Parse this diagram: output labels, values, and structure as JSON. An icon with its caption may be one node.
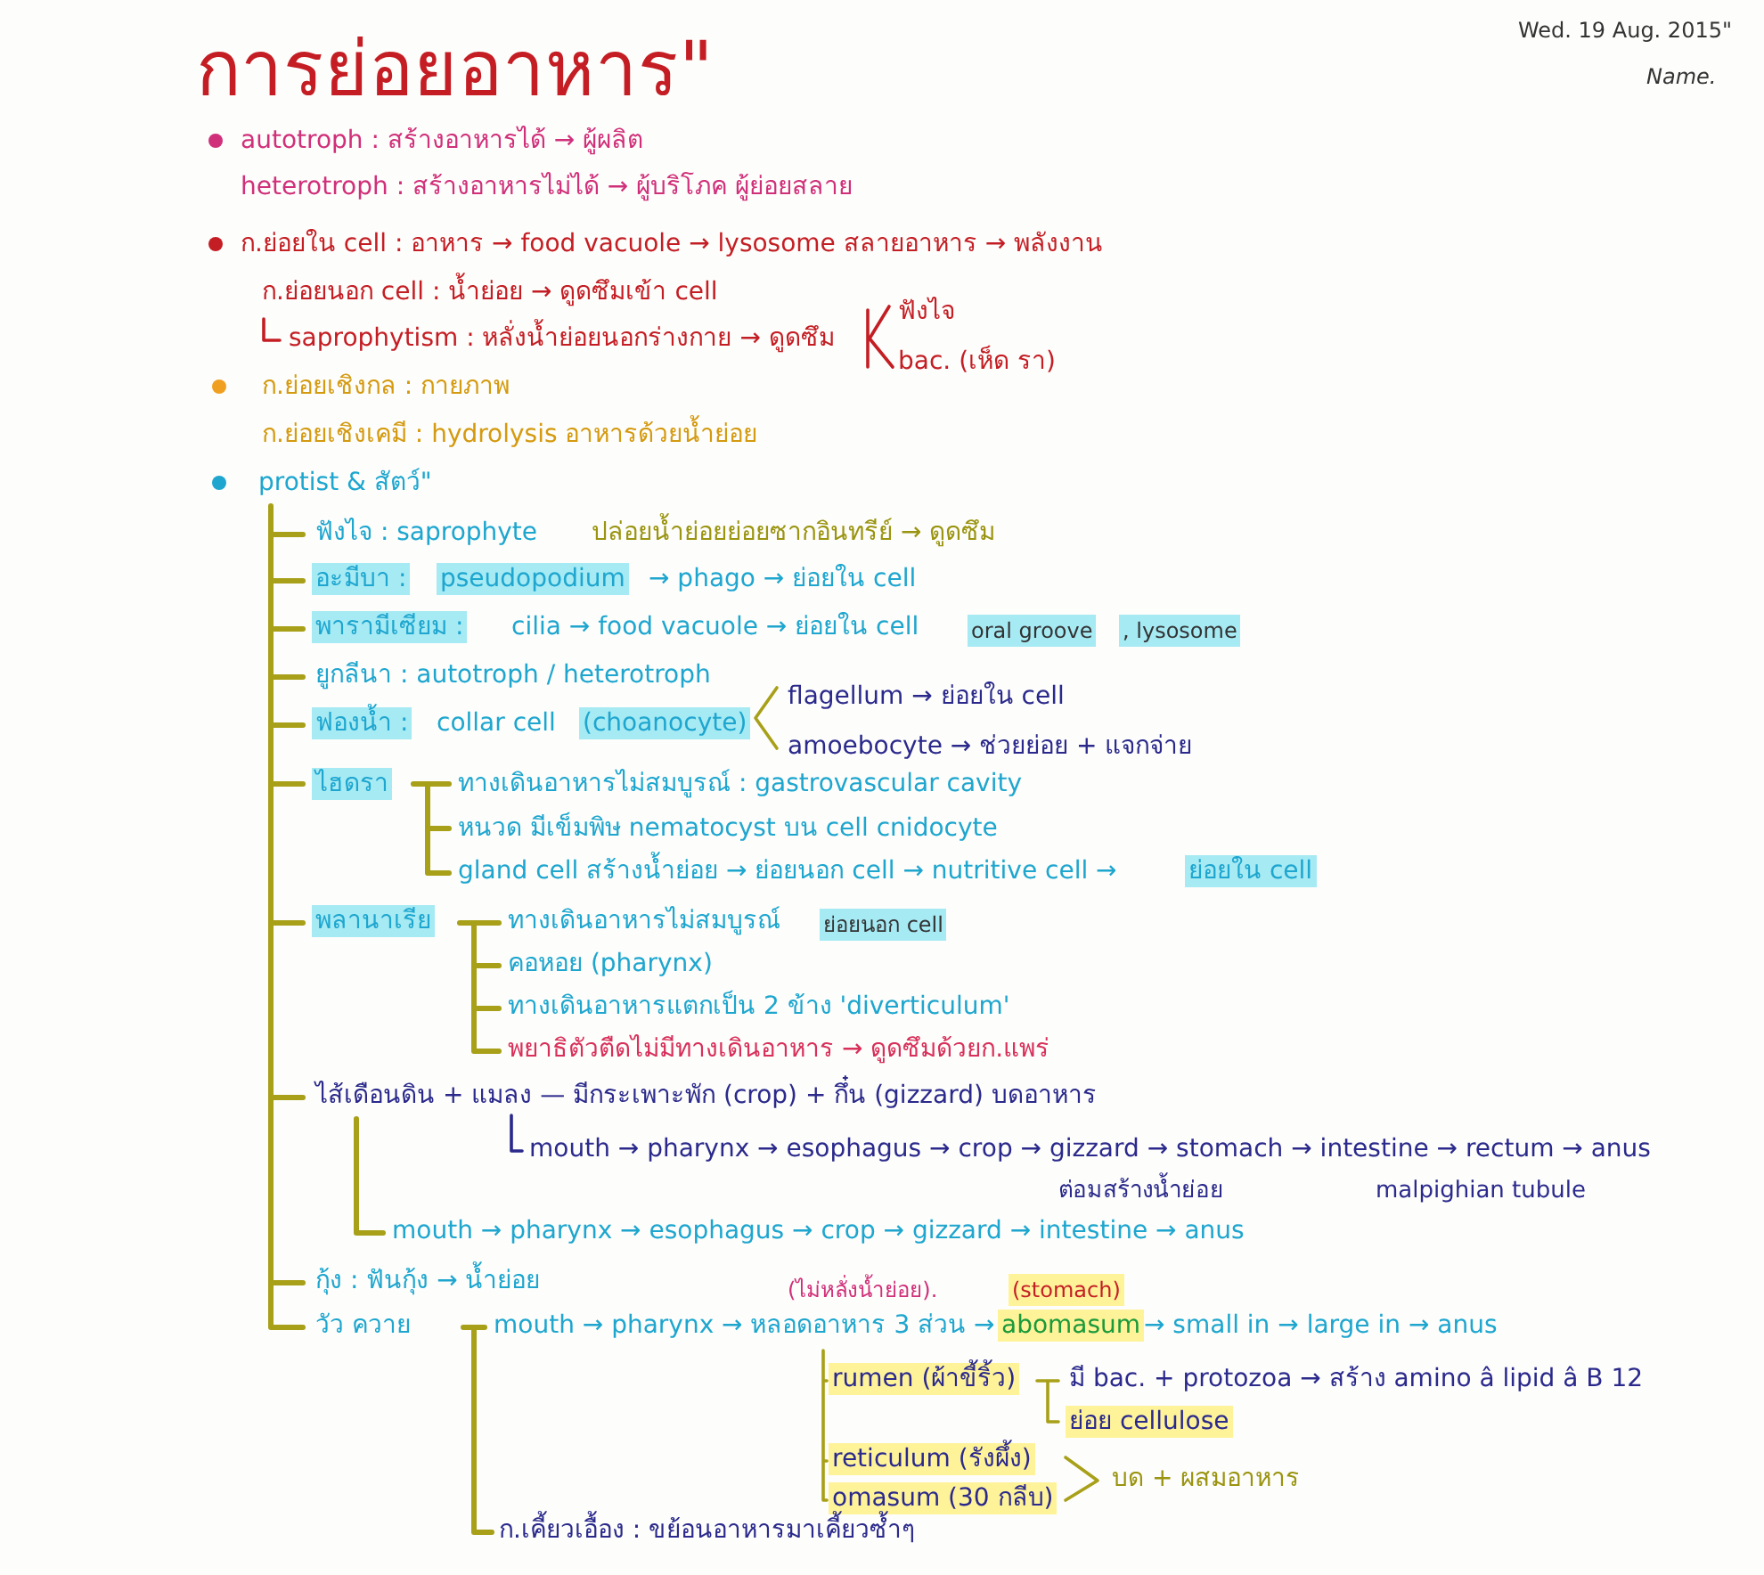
{
  "diagram": {
    "title": "การย่อยอาหาร\"",
    "labels": [
      "Wed. 19 Aug. 2015\"",
      "Name.",
      "autotroph : สร้างอาหารได้ → ผู้ผลิต",
      "heterotroph : สร้างอาหารไม่ได้ → ผู้บริโภค ผู้ย่อยสลาย",
      "ก.ย่อยใน cell : อาหาร → food vacuole → lysosome สลายอาหาร → พลังงาน",
      "ก.ย่อยนอก cell : น้ำย่อย → ดูดซึมเข้า cell",
      "saprophytism : หลั่งน้ำย่อยนอกร่างกาย → ดูดซึม",
      "ฟังไจ",
      "bac. (เห็ด รา)",
      "ก.ย่อยเชิงกล : กายภาพ",
      "ก.ย่อยเชิงเคมี : hydrolysis อาหารด้วยน้ำย่อย",
      "protist & สัตว์\"",
      "ฟังไจ : saprophyte",
      "ปล่อยน้ำย่อยย่อยซากอินทรีย์ → ดูดซึม",
      "อะมีบา :",
      "pseudopodium",
      "→ phago → ย่อยใน cell",
      "พารามีเซียม :",
      "cilia → food vacuole → ย่อยใน cell",
      "oral groove",
      ", lysosome",
      "ยูกลีนา : autotroph / heterotroph",
      "ฟองน้ำ :",
      "collar cell",
      "(choanocyte)",
      "flagellum → ย่อยใน cell",
      "amoebocyte → ช่วยย่อย + แจกจ่าย",
      "ไฮดรา",
      "ทางเดินอาหารไม่สมบูรณ์ : gastrovascular cavity",
      "หนวด มีเข็มพิษ nematocyst บน cell cnidocyte",
      "gland cell สร้างน้ำย่อย → ย่อยนอก cell → nutritive cell →",
      "ย่อยใน cell",
      "พลานาเรีย",
      "ทางเดินอาหารไม่สมบูรณ์",
      "ย่อยนอก cell",
      "คอหอย (pharynx)",
      "ทางเดินอาหารแตกเป็น 2 ข้าง 'diverticulum'",
      "พยาธิตัวตืดไม่มีทางเดินอาหาร → ดูดซึมด้วยก.แพร่",
      "ไส้เดือนดิน + แมลง — มีกระเพาะพัก (crop) + กึ๋น (gizzard) บดอาหาร",
      "mouth → pharynx → esophagus → crop → gizzard → stomach → intestine → rectum → anus",
      "ต่อมสร้างน้ำย่อย",
      "malpighian tubule",
      "mouth → pharynx → esophagus → crop → gizzard → intestine → anus",
      "กุ้ง : ฟันกุ้ง → น้ำย่อย",
      "วัว ควาย",
      "mouth → pharynx → หลอดอาหาร 3 ส่วน →",
      "(ไม่หลั่งน้ำย่อย).",
      "(stomach)",
      "abomasum",
      "→ small in → large in → anus",
      "rumen (ผ้าขี้ริ้ว)",
      "มี bac. + protozoa → สร้าง amino â lipid â B 12",
      "ย่อย cellulose",
      "reticulum (รังผึ้ง)",
      "omasum (30 กลีบ)",
      "บด + ผสมอาหาร",
      "ก.เคี้ยวเอื้อง : ขย้อนอาหารมาเคี้ยวซ้ำๆ"
    ]
  }
}
